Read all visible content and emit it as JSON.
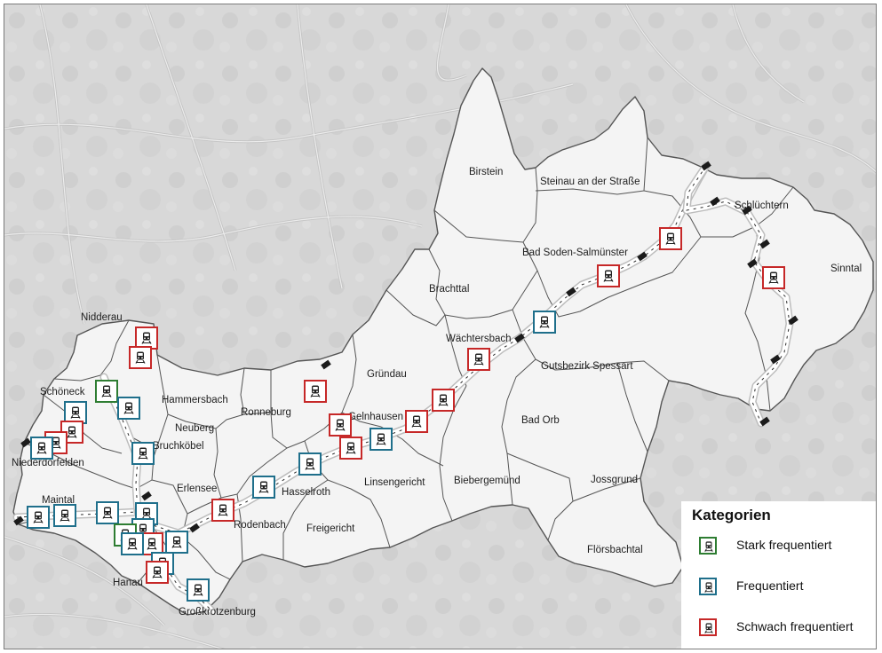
{
  "colors": {
    "background_gray": "#d9d9d9",
    "district_fill": "#f4f4f4",
    "border": "#555555",
    "stark": "#2e7d32",
    "frequentiert": "#1f6f8b",
    "schwach": "#c62828"
  },
  "municipalities": [
    {
      "name": "Birstein"
    },
    {
      "name": "Steinau an der Straße"
    },
    {
      "name": "Schlüchtern"
    },
    {
      "name": "Sinntal"
    },
    {
      "name": "Bad Soden-Salmünster"
    },
    {
      "name": "Brachttal"
    },
    {
      "name": "Wächtersbach"
    },
    {
      "name": "Gutsbezirk Spessart"
    },
    {
      "name": "Gründau"
    },
    {
      "name": "Gelnhausen"
    },
    {
      "name": "Bad Orb"
    },
    {
      "name": "Biebergemünd"
    },
    {
      "name": "Jossgrund"
    },
    {
      "name": "Linsengericht"
    },
    {
      "name": "Hasselroth"
    },
    {
      "name": "Freigericht"
    },
    {
      "name": "Flörsbachtal"
    },
    {
      "name": "Ronneburg"
    },
    {
      "name": "Hammersbach"
    },
    {
      "name": "Neuberg"
    },
    {
      "name": "Bruchköbel"
    },
    {
      "name": "Erlensee"
    },
    {
      "name": "Rodenbach"
    },
    {
      "name": "Nidderau"
    },
    {
      "name": "Schöneck"
    },
    {
      "name": "Niederdorfelden"
    },
    {
      "name": "Maintal"
    },
    {
      "name": "Hanau"
    },
    {
      "name": "Großkrotzenburg"
    }
  ],
  "stations": [
    {
      "category": "schwach"
    },
    {
      "category": "schwach"
    },
    {
      "category": "stark"
    },
    {
      "category": "frequentiert"
    },
    {
      "category": "frequentiert"
    },
    {
      "category": "schwach"
    },
    {
      "category": "schwach"
    },
    {
      "category": "frequentiert"
    },
    {
      "category": "frequentiert"
    },
    {
      "category": "frequentiert"
    },
    {
      "category": "frequentiert"
    },
    {
      "category": "frequentiert"
    },
    {
      "category": "frequentiert"
    },
    {
      "category": "frequentiert"
    },
    {
      "category": "stark"
    },
    {
      "category": "schwach"
    },
    {
      "category": "frequentiert"
    },
    {
      "category": "frequentiert"
    },
    {
      "category": "frequentiert"
    },
    {
      "category": "schwach"
    },
    {
      "category": "frequentiert"
    },
    {
      "category": "schwach"
    },
    {
      "category": "schwach"
    },
    {
      "category": "schwach"
    },
    {
      "category": "schwach"
    },
    {
      "category": "frequentiert"
    },
    {
      "category": "schwach"
    },
    {
      "category": "schwach"
    },
    {
      "category": "frequentiert"
    },
    {
      "category": "frequentiert"
    },
    {
      "category": "schwach"
    },
    {
      "category": "frequentiert"
    },
    {
      "category": "schwach"
    },
    {
      "category": "schwach"
    },
    {
      "category": "schwach"
    }
  ],
  "legend": {
    "title": "Kategorien",
    "items": [
      {
        "label": "Stark frequentiert",
        "category": "stark"
      },
      {
        "label": "Frequentiert",
        "category": "frequentiert"
      },
      {
        "label": "Schwach frequentiert",
        "category": "schwach"
      }
    ]
  }
}
